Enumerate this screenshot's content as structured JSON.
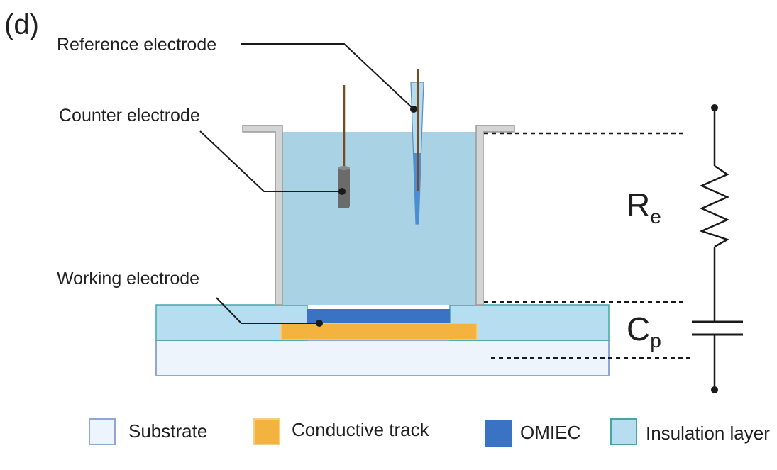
{
  "panel_label": "(d)",
  "callouts": {
    "reference": "Reference electrode",
    "counter": "Counter electrode",
    "working": "Working electrode"
  },
  "circuit": {
    "resistor_symbol": "R",
    "resistor_subscript": "e",
    "capacitor_symbol": "C",
    "capacitor_subscript": "p"
  },
  "legend": [
    {
      "label": "Substrate",
      "fill": "#eef4fb",
      "stroke": "#8ea6d8"
    },
    {
      "label": "Conductive track",
      "fill": "#f3b33e",
      "stroke": "#f5cf85"
    },
    {
      "label": "OMIEC",
      "fill": "#3b73c4",
      "stroke": "#3b73c4"
    },
    {
      "label": "Insulation layer",
      "fill": "#b7def0",
      "stroke": "#43a7a8"
    }
  ],
  "colors": {
    "electrolyte": "#a9d3e4",
    "container_wall": "#d4d4d4",
    "container_edge": "#9a9a9a",
    "substrate": "#eef4fb",
    "substrate_edge": "#8ea6d8",
    "insulation": "#b7def0",
    "insulation_edge": "#43a7a8",
    "conductive_track": "#f3b33e",
    "omiec": "#3b73c4",
    "wire": "#7a4a22",
    "counter_electrode": "#6b6b6b",
    "leader_line": "#1a1a1a"
  }
}
